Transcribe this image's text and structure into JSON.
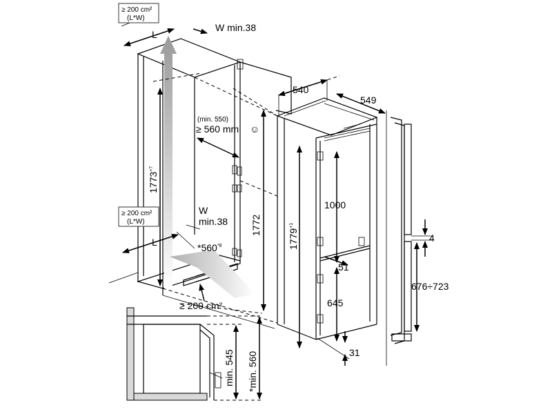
{
  "vent_top": {
    "area": "≥ 200 cm²",
    "dims": "(L*W)",
    "l_label": "L",
    "w_label": "W min.38"
  },
  "vent_mid": {
    "area": "≥ 200 cm²",
    "dims": "(L*W)",
    "l_label": "L",
    "w_label": "W",
    "w_value": "min.38"
  },
  "vent_bottom": {
    "area": "≥ 200 cm²"
  },
  "niche": {
    "depth_min": "(min. 550)",
    "depth": "≥ 560 mm",
    "depth_smiley": "☺",
    "height_base": "1773",
    "height_tol": "+7",
    "height_full": "1772",
    "plinth_base": "*560",
    "plinth_tol": "*8"
  },
  "appliance": {
    "width": "540",
    "depth": "549",
    "height_base": "1779",
    "height_tol": "+1",
    "fridge_door": "1000",
    "freezer_door": "645",
    "gap": "51",
    "bottom": "31"
  },
  "door_side": {
    "offset": "4",
    "range": "676÷723"
  },
  "section": {
    "depth_min": "min. 545",
    "depth_alt": "*min. 560"
  }
}
